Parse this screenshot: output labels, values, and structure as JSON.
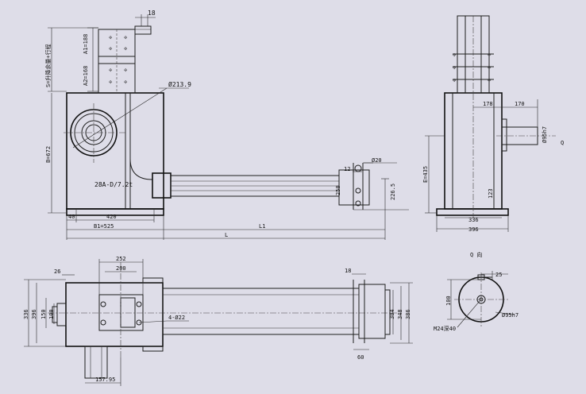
{
  "front_view": {
    "dim_18": "18",
    "dim_a1": "A1=188",
    "dim_a2": "A2=168",
    "dim_s": "S=升降余量+行程",
    "dim_diameter": "Ø213.9",
    "dim_b_height": "B=672",
    "model_label": "28A-D/7.2t",
    "dim_40": "40",
    "dim_420": "420",
    "dim_b1": "B1=525",
    "dim_l1": "L1",
    "dim_l": "L",
    "dim_12": "12",
    "dim_20_dia": "Ø20",
    "dim_250": "250",
    "dim_226": "226.5"
  },
  "side_view": {
    "dim_178": "178",
    "dim_170": "170",
    "dim_e": "E=435",
    "dim_shaft": "Ø95h7",
    "arrow_q": "Q",
    "dim_123": "123",
    "dim_336": "336",
    "dim_396": "396"
  },
  "top_view": {
    "dim_252": "252",
    "dim_200": "200",
    "dim_26": "26",
    "dim_18": "18",
    "dim_336": "336",
    "dim_396": "396",
    "dim_150": "150",
    "dim_100": "100",
    "holes": "4-Ø22",
    "dim_304": "304",
    "dim_348": "348",
    "dim_386": "386",
    "dim_60": "60",
    "dim_157": "157.95"
  },
  "q_view": {
    "title": "Q 向",
    "dim_25": "25",
    "dim_100": "100",
    "dim_shaft": "Ø95h7",
    "dim_thread": "M24深40"
  }
}
